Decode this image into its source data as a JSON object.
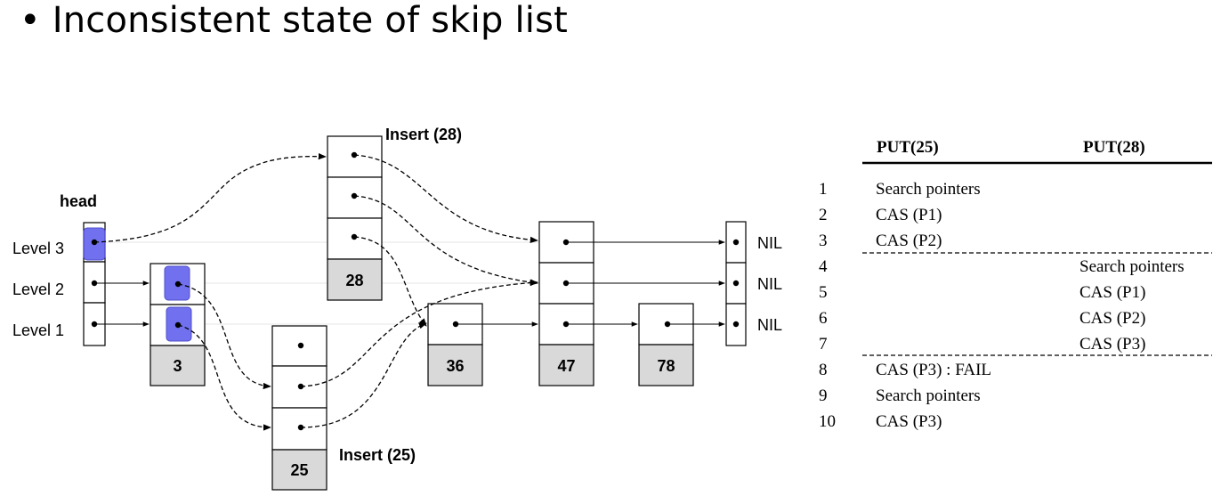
{
  "title": "• Inconsistent state of skip list",
  "diagram": {
    "head_label": "head",
    "levels": [
      "Level 3",
      "Level 2",
      "Level 1"
    ],
    "nodes": [
      {
        "id": "n3",
        "key": "3"
      },
      {
        "id": "n36",
        "key": "36"
      },
      {
        "id": "n47",
        "key": "47"
      },
      {
        "id": "n78",
        "key": "78"
      },
      {
        "id": "n28",
        "key": "28"
      },
      {
        "id": "n25",
        "key": "25"
      }
    ],
    "nil_labels": [
      "NIL",
      "NIL",
      "NIL"
    ],
    "insert_28_label": "Insert (28)",
    "insert_25_label": "Insert (25)",
    "colors": {
      "highlight": "#6a6af0",
      "key_cell": "#d9d9d9"
    }
  },
  "table": {
    "headers": [
      "PUT(25)",
      "PUT(28)"
    ],
    "rows": [
      {
        "n": "1",
        "put25": "Search pointers",
        "put28": ""
      },
      {
        "n": "2",
        "put25": "CAS (P1)",
        "put28": ""
      },
      {
        "n": "3",
        "put25": "CAS (P2)",
        "put28": ""
      },
      {
        "n": "4",
        "put25": "",
        "put28": "Search pointers"
      },
      {
        "n": "5",
        "put25": "",
        "put28": "CAS (P1)"
      },
      {
        "n": "6",
        "put25": "",
        "put28": "CAS (P2)"
      },
      {
        "n": "7",
        "put25": "",
        "put28": "CAS (P3)"
      },
      {
        "n": "8",
        "put25": "CAS (P3) : FAIL",
        "put28": ""
      },
      {
        "n": "9",
        "put25": "Search pointers",
        "put28": ""
      },
      {
        "n": "10",
        "put25": "CAS (P3)",
        "put28": ""
      }
    ]
  }
}
